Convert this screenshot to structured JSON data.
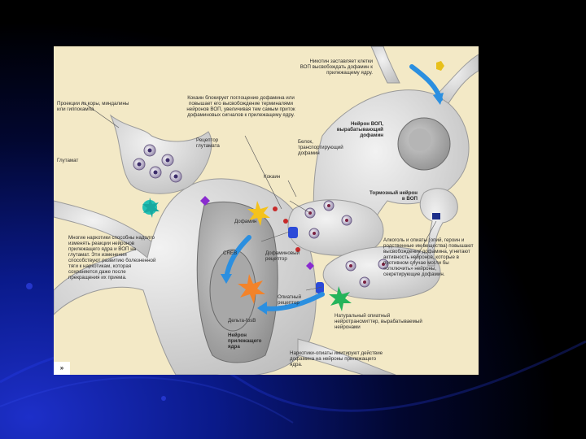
{
  "figure": {
    "labels": {
      "nicotine": "Никотин заставляет клетки ВОП высвобождать дофамин к прилежащему ядру.",
      "projections": "Проекции из коры, миндалины или гиппокампа",
      "cocaine_blocks": "Кокаин блокирует поглощение дофамина или повышает его высвобождение терминалями нейронов ВОП, увеличивая тем самым приток дофаминовых сигналов к прилежащему ядру.",
      "glutamate_receptor": "Рецептор глутамата",
      "vta_neuron": "Нейрон ВОП, вырабатывающий дофамин",
      "glutamate": "Глутамат",
      "transporter": "Белок, транспортирующий дофамин",
      "cocaine": "Кокаин",
      "inhibitory_neuron": "Тормозный нейрон в ВОП",
      "dopamine": "Дофамин",
      "many_drugs": "Многие наркотики способны надолго изменять реакции нейронов прилежащего ядра и ВОП на глутамат. Эти изменения способствуют развитию болезненной тяги к наркотикам, которая сохраняется даже после прекращения их приема.",
      "creb": "CREB",
      "dopamine_receptor": "Дофаминовый рецептор",
      "alcohol": "Алкоголь и опиаты (опий, героин и родственные им вещества) повышают высвобождение дофамина, угнетают активность нейронов, которые в противном случае могли бы «отключить» нейроны, секретирующие дофамин.",
      "opiate_receptor": "Опиатный рецептор",
      "delta_fosb": "Дельта-fosB",
      "natural_opiate": "Натуральный опиатный нейротрансмиттер, вырабатываемый нейронами",
      "nac_neuron": "Нейрон прилежащего ядра",
      "opiates_mimic": "Наркотики-опиаты имитируют действие дофамина на нейроны прилежащего ядра."
    },
    "corner_badge": "»"
  }
}
